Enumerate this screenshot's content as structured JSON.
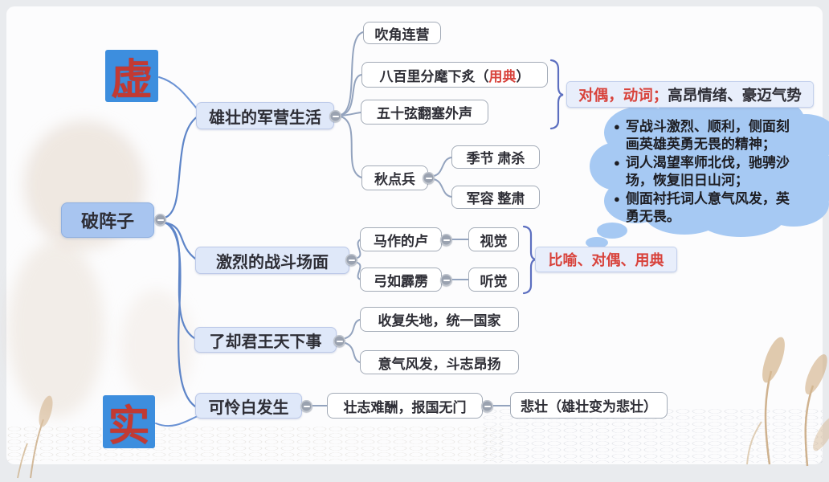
{
  "palette": {
    "frame_bg": "#e9ebee",
    "canvas_bg": "#fcfcfd",
    "root_fill": "#a8c5f0",
    "topic_fill": "#dfe8f9",
    "child_fill": "#ffffff",
    "callout_fill": "#e8eefb",
    "marker_fill": "#3d8ede",
    "marker_text": "#c23a33",
    "cloud_fill": "#a6c9f3",
    "red_text": "#d8423b",
    "edge_main": "#5e85c8",
    "edge_child": "#93a3be",
    "text": "#2e2e36"
  },
  "mindmap": {
    "root": {
      "label": "破阵子"
    },
    "markers": {
      "virtual": "虚",
      "real": "实"
    },
    "branches": [
      {
        "label": "雄壮的军营生活",
        "children": [
          {
            "label": "吹角连营"
          },
          {
            "label_pre": "八百里分麾下炙（",
            "label_red": "用典",
            "label_post": "）"
          },
          {
            "label": "五十弦翻塞外声"
          },
          {
            "label": "秋点兵",
            "children": [
              {
                "label": "季节 肃杀"
              },
              {
                "label": "军容 整肃"
              }
            ]
          }
        ],
        "callout": {
          "red": "对偶，动词；",
          "black": "高昂情绪、豪迈气势"
        }
      },
      {
        "label": "激烈的战斗场面",
        "children": [
          {
            "label": "马作的卢",
            "children": [
              {
                "label": "视觉"
              }
            ]
          },
          {
            "label": "弓如霹雳",
            "children": [
              {
                "label": "听觉"
              }
            ]
          }
        ],
        "callout": {
          "red": "比喻、对偶、用典"
        }
      },
      {
        "label": "了却君王天下事",
        "children": [
          {
            "label": "收复失地，统一国家"
          },
          {
            "label": "意气风发，斗志昂扬"
          }
        ]
      },
      {
        "label": "可怜白发生",
        "children": [
          {
            "label": "壮志难酬，报国无门",
            "children": [
              {
                "label": "悲壮（雄壮变为悲壮）"
              }
            ]
          }
        ]
      }
    ],
    "thought_cloud": {
      "bullets": [
        "写战斗激烈、顺利，侧面刻画英雄英勇无畏的精神；",
        "词人渴望率师北伐，驰骋沙场，恢复旧日山河；",
        "侧面衬托词人意气风发，英勇无畏。"
      ]
    }
  }
}
